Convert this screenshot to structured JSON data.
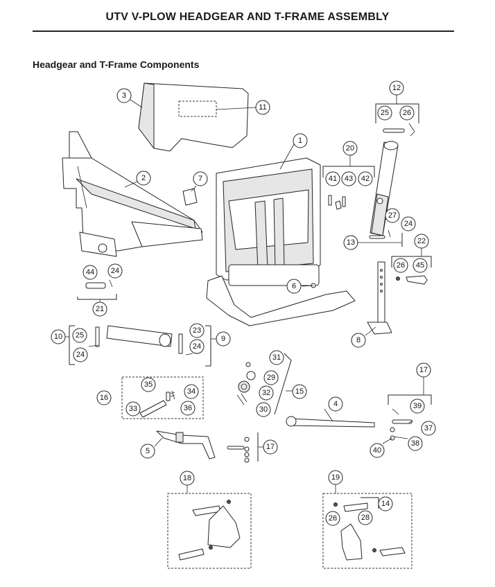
{
  "header": {
    "title": "UTV V-PLOW HEADGEAR AND T-FRAME ASSEMBLY",
    "section": "Headgear and T-Frame Components"
  },
  "callouts": {
    "c1": "1",
    "c2": "2",
    "c3": "3",
    "c4": "4",
    "c5": "5",
    "c6": "6",
    "c7": "7",
    "c8": "8",
    "c9": "9",
    "c10": "10",
    "c11": "11",
    "c12": "12",
    "c13": "13",
    "c14": "14",
    "c15": "15",
    "c16": "16",
    "c17a": "17",
    "c17b": "17",
    "c18": "18",
    "c19": "19",
    "c20": "20",
    "c21": "21",
    "c22": "22",
    "c23": "23",
    "c24a": "24",
    "c24b": "24",
    "c24c": "24",
    "c24d": "24",
    "c25a": "25",
    "c25b": "25",
    "c26a": "26",
    "c26b": "26",
    "c26c": "26",
    "c27": "27",
    "c28": "28",
    "c29": "29",
    "c30": "30",
    "c31": "31",
    "c32": "32",
    "c33": "33",
    "c34": "34",
    "c35": "35",
    "c36": "36",
    "c37": "37",
    "c38": "38",
    "c39": "39",
    "c40": "40",
    "c41": "41",
    "c42": "42",
    "c43": "43",
    "c44": "44",
    "c45": "45"
  }
}
